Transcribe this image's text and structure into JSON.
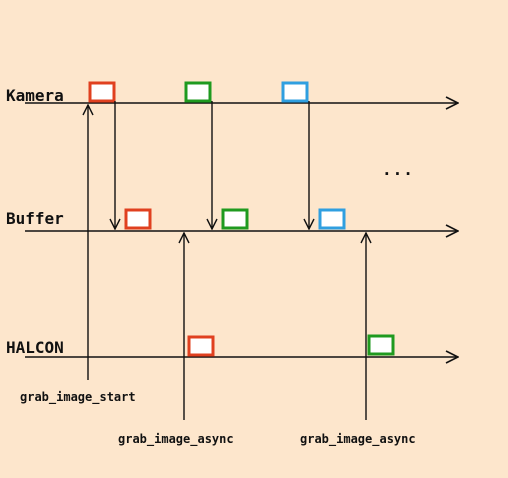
{
  "lanes": {
    "kamera": "Kamera",
    "buffer": "Buffer",
    "halcon": "HALCON"
  },
  "calls": {
    "start": "grab_image_start",
    "async_1": "grab_image_async",
    "async_2": "grab_image_async"
  },
  "ellipsis": "...",
  "colors": {
    "background": "#fde6cc",
    "red": "#e0401f",
    "green": "#1f9a1f",
    "blue": "#2f9fe0",
    "line": "#111111"
  }
}
